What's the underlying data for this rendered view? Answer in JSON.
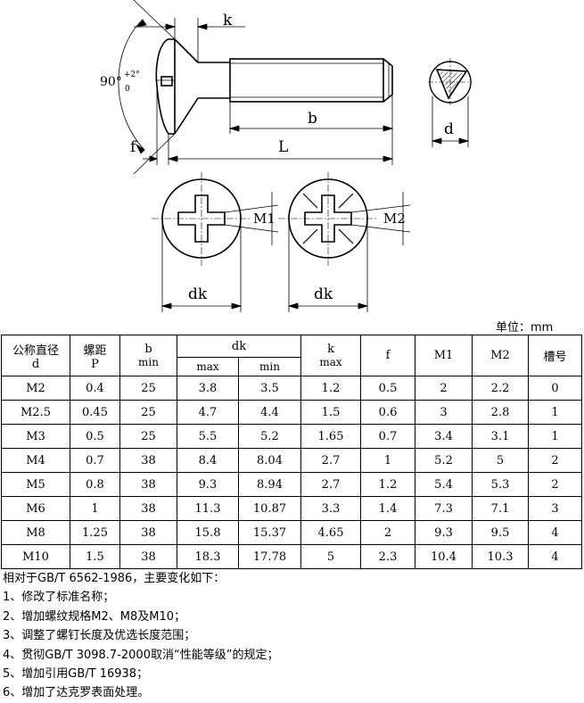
{
  "drawing": {
    "angle_main": "90°",
    "angle_upper": "+2°",
    "angle_lower": "0",
    "label_k": "k",
    "label_b": "b",
    "label_L": "L",
    "label_f": "f",
    "label_d": "d",
    "label_dk_left": "dk",
    "label_dk_right": "dk",
    "label_M1": "M1",
    "label_M2": "M2"
  },
  "unit_label": "单位：mm",
  "table": {
    "headers": {
      "d_cn": "公称直径",
      "d": "d",
      "p_cn": "螺距",
      "p": "P",
      "b": "b",
      "b_sub": "min",
      "dk": "dk",
      "dk_max": "max",
      "dk_min": "min",
      "k": "k",
      "k_sub": "max",
      "f": "f",
      "m1": "M1",
      "m2": "M2",
      "slot": "槽号"
    },
    "rows": [
      {
        "d": "M2",
        "p": "0.4",
        "b": "25",
        "dkmax": "3.8",
        "dkmin": "3.5",
        "k": "1.2",
        "f": "0.5",
        "m1": "2",
        "m2": "2.2",
        "slot": "0"
      },
      {
        "d": "M2.5",
        "p": "0.45",
        "b": "25",
        "dkmax": "4.7",
        "dkmin": "4.4",
        "k": "1.5",
        "f": "0.6",
        "m1": "3",
        "m2": "2.8",
        "slot": "1"
      },
      {
        "d": "M3",
        "p": "0.5",
        "b": "25",
        "dkmax": "5.5",
        "dkmin": "5.2",
        "k": "1.65",
        "f": "0.7",
        "m1": "3.4",
        "m2": "3.1",
        "slot": "1"
      },
      {
        "d": "M4",
        "p": "0.7",
        "b": "38",
        "dkmax": "8.4",
        "dkmin": "8.04",
        "k": "2.7",
        "f": "1",
        "m1": "5.2",
        "m2": "5",
        "slot": "2"
      },
      {
        "d": "M5",
        "p": "0.8",
        "b": "38",
        "dkmax": "9.3",
        "dkmin": "8.94",
        "k": "2.7",
        "f": "1.2",
        "m1": "5.4",
        "m2": "5.3",
        "slot": "2"
      },
      {
        "d": "M6",
        "p": "1",
        "b": "38",
        "dkmax": "11.3",
        "dkmin": "10.87",
        "k": "3.3",
        "f": "1.4",
        "m1": "7.3",
        "m2": "7.1",
        "slot": "3"
      },
      {
        "d": "M8",
        "p": "1.25",
        "b": "38",
        "dkmax": "15.8",
        "dkmin": "15.37",
        "k": "4.65",
        "f": "2",
        "m1": "9.3",
        "m2": "9.5",
        "slot": "4"
      },
      {
        "d": "M10",
        "p": "1.5",
        "b": "38",
        "dkmax": "18.3",
        "dkmin": "17.78",
        "k": "5",
        "f": "2.3",
        "m1": "10.4",
        "m2": "10.3",
        "slot": "4"
      }
    ]
  },
  "notes": [
    "相对于GB/T 6562-1986，主要变化如下：",
    "1、修改了标准名称；",
    "2、增加螺纹规格M2、M8及M10；",
    "3、调整了螺钉长度及优选长度范围；",
    "4、贯彻GB/T 3098.7-2000取消“性能等级”的规定；",
    "5、增加引用GB/T 16938；",
    "6、增加了达克罗表面处理。"
  ]
}
